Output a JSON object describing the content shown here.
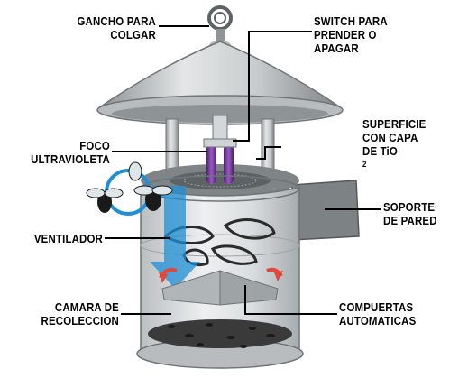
{
  "labels": {
    "hook": [
      "GANCHO PARA",
      "COLGAR"
    ],
    "switch": [
      "SWITCH PARA",
      "PRENDER O",
      "APAGAR"
    ],
    "uv_bulb": [
      "FOCO",
      "ULTRAVIOLETA"
    ],
    "surface": [
      "SUPERFICIE",
      "CON CAPA",
      "DE TiO",
      "2"
    ],
    "wall_mount": [
      "SOPORTE",
      "DE PARED"
    ],
    "fan": [
      "VENTILADOR"
    ],
    "chamber": [
      "CAMARA DE",
      "RECOLECCION"
    ],
    "gates": [
      "COMPUERTAS",
      "AUTOMATICAS"
    ]
  },
  "colors": {
    "body": "#c9ccce",
    "body_dark": "#8e9396",
    "bulb": "#7a3fa0",
    "airflow": "#1f8fd6",
    "arrow_red": "#e2473a",
    "leader": "#000000"
  },
  "icons": [
    "hook-icon",
    "fly-icon",
    "airflow-arrow-icon",
    "rotation-arrow-icon"
  ]
}
